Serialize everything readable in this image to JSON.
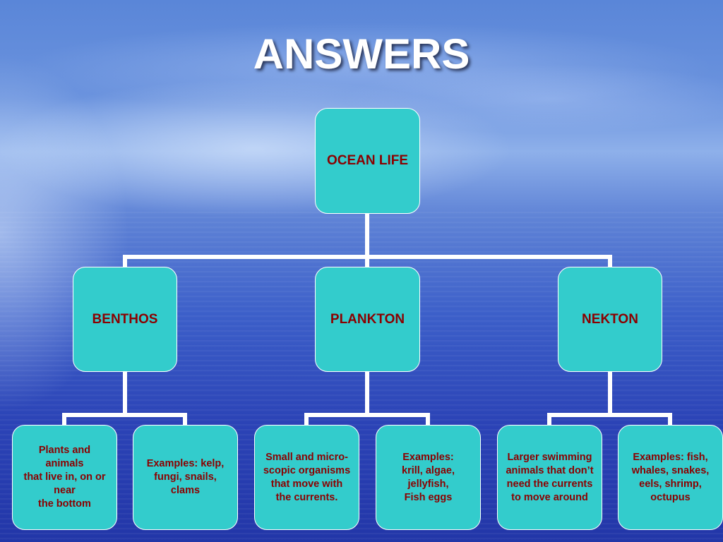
{
  "slide": {
    "title": "ANSWERS"
  },
  "colors": {
    "node_fill": "#33cccc",
    "node_text": "#8b0000",
    "connector": "#ffffff",
    "title": "#ffffff"
  },
  "diagram": {
    "root": "OCEAN LIFE",
    "categories": [
      "BENTHOS",
      "PLANKTON",
      "NEKTON"
    ],
    "details": {
      "benthos_description": "Plants and\nanimals\nthat live in, on or\nnear\nthe bottom",
      "benthos_examples": "Examples: kelp,\nfungi, snails,\nclams",
      "plankton_description": "Small and micro-\nscopic organisms\nthat move with\nthe currents.",
      "plankton_examples": "Examples:\nkrill, algae,\njellyfish,\nFish eggs",
      "nekton_description": "Larger swimming\nanimals that don’t\nneed the currents\nto move around",
      "nekton_examples": "Examples:  fish,\nwhales, snakes,\neels, shrimp,\noctupus"
    }
  }
}
